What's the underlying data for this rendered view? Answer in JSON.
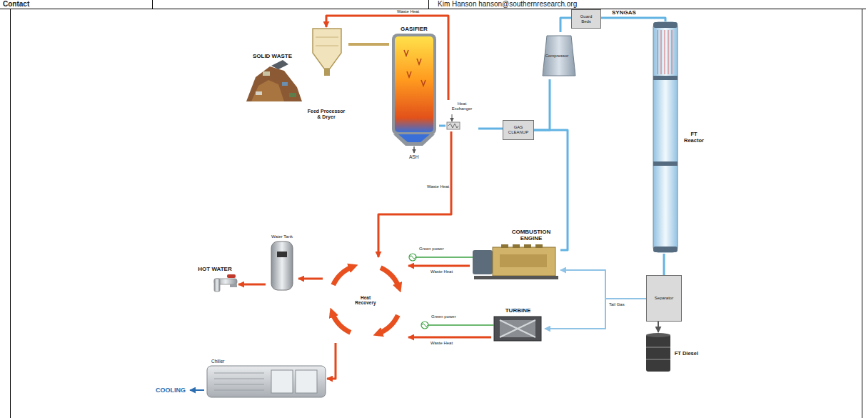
{
  "diagram": {
    "nodes": [
      {
        "text": [
          "SOLID WASTE"
        ]
      },
      {
        "text": [
          "Feed Processor & Dryer"
        ]
      },
      {
        "text": [
          "GASIFIER"
        ]
      },
      {
        "text": [
          "Heat Exchanger"
        ]
      },
      {
        "text": [
          "GAS CLEANUP"
        ]
      },
      {
        "text": [
          "Compressor"
        ]
      },
      {
        "text": [
          "Guard Beds"
        ]
      },
      {
        "text": [
          "FT Reactor"
        ]
      },
      {
        "text": [
          "Separator"
        ]
      },
      {
        "text": [
          "FT Diesel"
        ]
      },
      {
        "text": [
          "COMBUSTION ENGINE"
        ]
      },
      {
        "text": [
          "TURBINE"
        ]
      },
      {
        "text": [
          "Heat Recovery"
        ]
      },
      {
        "text": [
          "Water Tank"
        ]
      },
      {
        "text": [
          "HOT WATER"
        ]
      },
      {
        "text": [
          "Chiller"
        ]
      },
      {
        "text": [
          "COOLING"
        ]
      }
    ],
    "edges": [
      {
        "from": 1,
        "to": 2,
        "arrow": "none"
      },
      {
        "from": 2,
        "to": 3,
        "arrow": "none"
      },
      {
        "from": 3,
        "to": 4,
        "arrow": "none"
      },
      {
        "from": 4,
        "to": 5,
        "arrow": "none"
      },
      {
        "from": 5,
        "to": 6,
        "arrow": "none"
      },
      {
        "from": 6,
        "to": 7,
        "label": "SYNGAS",
        "arrow": "none"
      },
      {
        "from": 4,
        "to": 10,
        "arrow": "none"
      },
      {
        "from": 7,
        "to": 8,
        "arrow": "none"
      },
      {
        "from": 8,
        "to": 9,
        "arrow": "to"
      },
      {
        "from": 8,
        "to": 10,
        "arrow": "to"
      },
      {
        "from": 8,
        "to": 11,
        "arrow": "to"
      },
      {
        "from": 3,
        "to": 1,
        "label": "Waste Heat",
        "arrow": "to"
      },
      {
        "from": 3,
        "to": 12,
        "label": "Waste Heat",
        "arrow": "to"
      },
      {
        "from": 10,
        "to": 12,
        "label": "Waste Heat",
        "arrow": "to"
      },
      {
        "from": 11,
        "to": 12,
        "label": "Waste Heat",
        "arrow": "to"
      },
      {
        "from": 12,
        "to": 13,
        "arrow": "to"
      },
      {
        "from": 12,
        "to": 15,
        "arrow": "to"
      },
      {
        "from": 13,
        "to": 14,
        "arrow": "to"
      },
      {
        "from": 15,
        "to": 16,
        "arrow": "to"
      }
    ],
    "labels": [
      "Contact",
      "Kim Hanson hanson@southernresearch.org",
      "ASH",
      "Green power",
      "Green power",
      "Tail Gas"
    ]
  }
}
